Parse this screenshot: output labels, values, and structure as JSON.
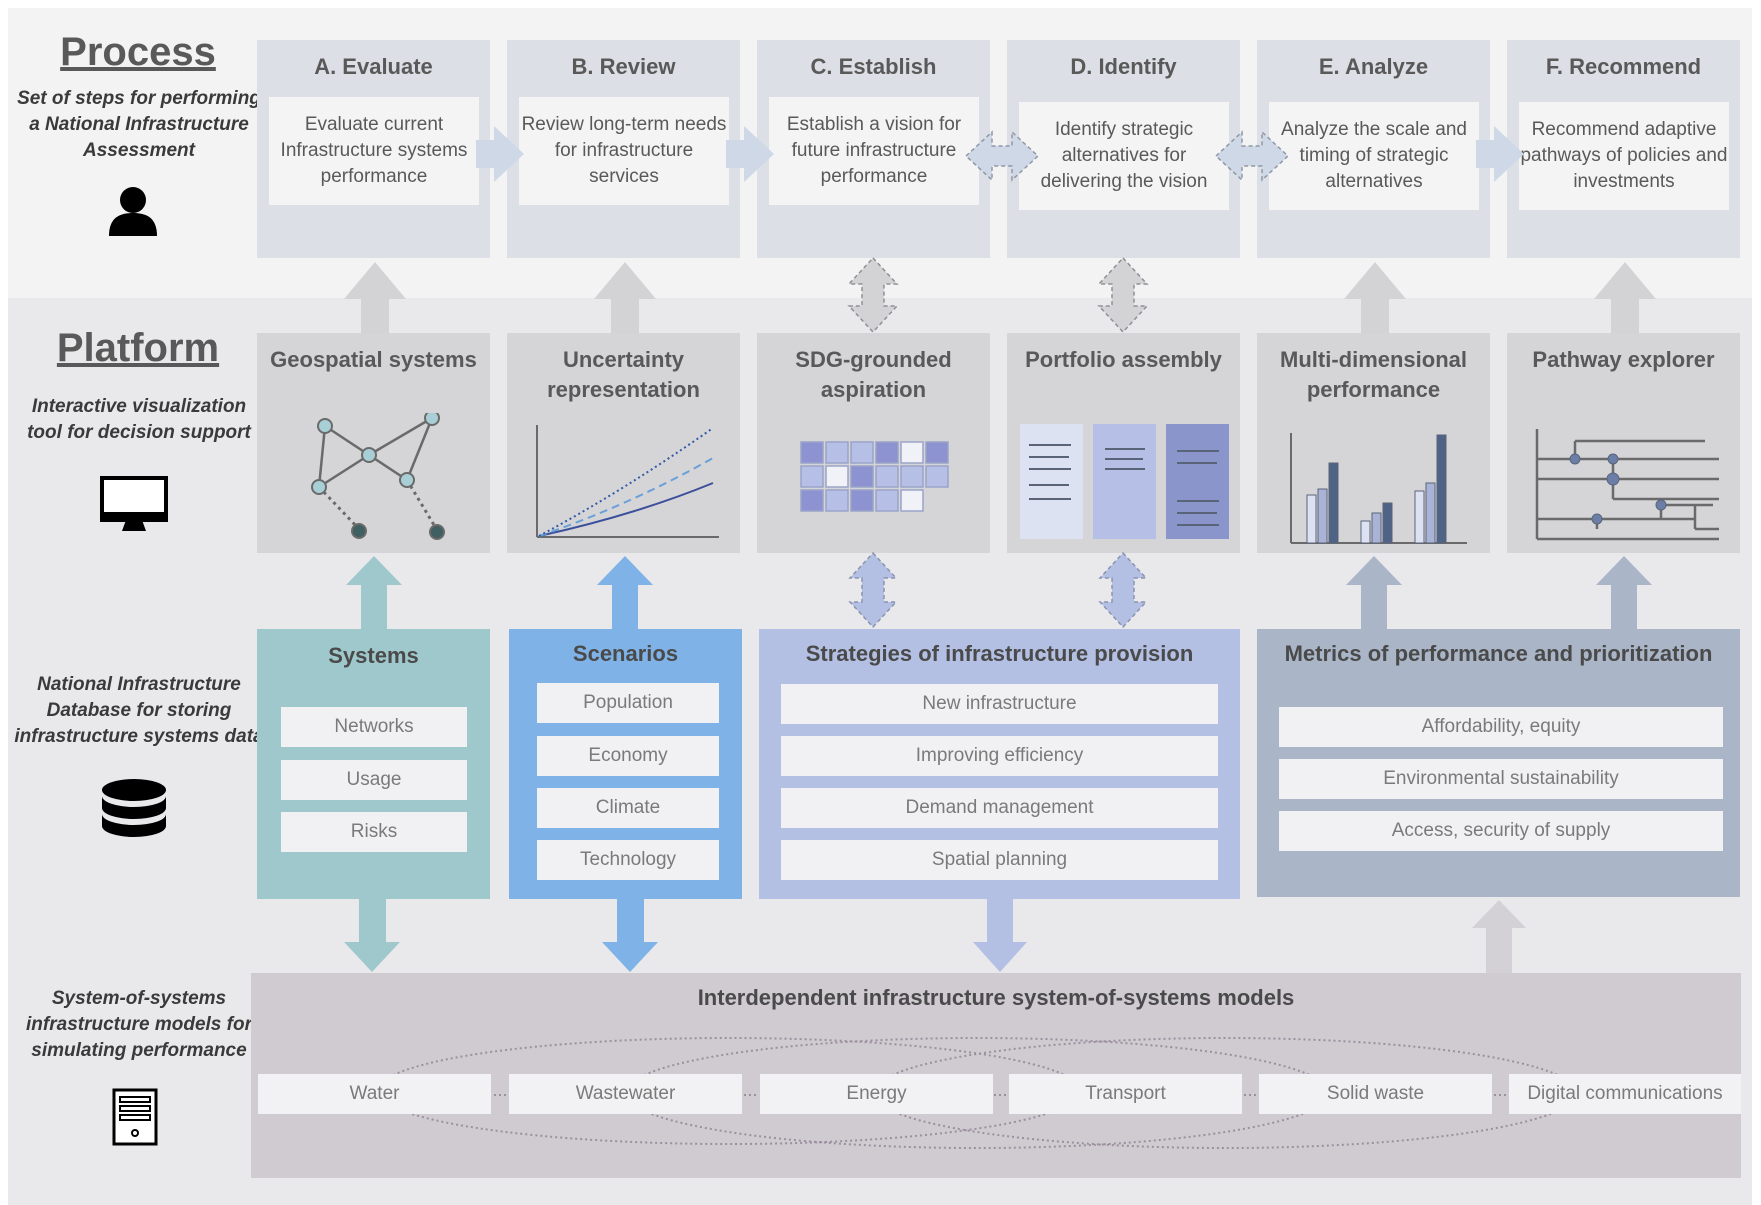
{
  "layers": {
    "process": {
      "title": "Process",
      "subtitle": "Set of steps for performing a National Infrastructure Assessment",
      "icon": "person-icon"
    },
    "platform": {
      "title": "Platform",
      "subtitle": "Interactive visualization tool for decision support",
      "icon": "monitor-icon"
    },
    "database": {
      "subtitle": "National Infrastructure Database for storing infrastructure systems data",
      "icon": "database-icon"
    },
    "models": {
      "subtitle": "System-of-systems infrastructure models for simulating performance",
      "icon": "server-icon"
    }
  },
  "process_steps": [
    {
      "title": "A. Evaluate",
      "text": "Evaluate current Infrastructure systems performance"
    },
    {
      "title": "B. Review",
      "text": "Review long-term needs for infrastructure services"
    },
    {
      "title": "C. Establish",
      "text": "Establish a vision for future infrastructure performance"
    },
    {
      "title": "D. Identify",
      "text": "Identify strategic alternatives for delivering the vision"
    },
    {
      "title": "E. Analyze",
      "text": "Analyze the scale and timing of strategic alternatives"
    },
    {
      "title": "F. Recommend",
      "text": "Recommend adaptive pathways of policies and investments"
    }
  ],
  "platform_modules": [
    {
      "title": "Geospatial systems",
      "icon": "network-graph-icon"
    },
    {
      "title": "Uncertainty representation",
      "icon": "uncertainty-curves-icon"
    },
    {
      "title": "SDG-grounded aspiration",
      "icon": "grid-matrix-icon"
    },
    {
      "title": "Portfolio assembly",
      "icon": "portfolio-cards-icon"
    },
    {
      "title": "Multi-dimensional performance",
      "icon": "bar-chart-icon"
    },
    {
      "title": "Pathway explorer",
      "icon": "pathway-tree-icon"
    }
  ],
  "database": {
    "systems": {
      "title": "Systems",
      "items": [
        "Networks",
        "Usage",
        "Risks"
      ]
    },
    "scenarios": {
      "title": "Scenarios",
      "items": [
        "Population",
        "Economy",
        "Climate",
        "Technology"
      ]
    },
    "strategies": {
      "title": "Strategies of infrastructure provision",
      "items": [
        "New infrastructure",
        "Improving efficiency",
        "Demand management",
        "Spatial planning"
      ]
    },
    "metrics": {
      "title": "Metrics of performance and prioritization",
      "items": [
        "Affordability, equity",
        "Environmental sustainability",
        "Access, security of supply"
      ]
    }
  },
  "models": {
    "title": "Interdependent infrastructure system-of-systems models",
    "sectors": [
      "Water",
      "Wastewater",
      "Energy",
      "Transport",
      "Solid waste",
      "Digital communications"
    ]
  },
  "colors": {
    "systems": "#9fc8cd",
    "scenarios": "#7fb2e6",
    "strategies": "#b3c0e4",
    "metrics": "#aab6c8",
    "step_box": "#dcdfe5",
    "platform_box": "#d5d5d8",
    "models_box": "#cfcbd1"
  }
}
